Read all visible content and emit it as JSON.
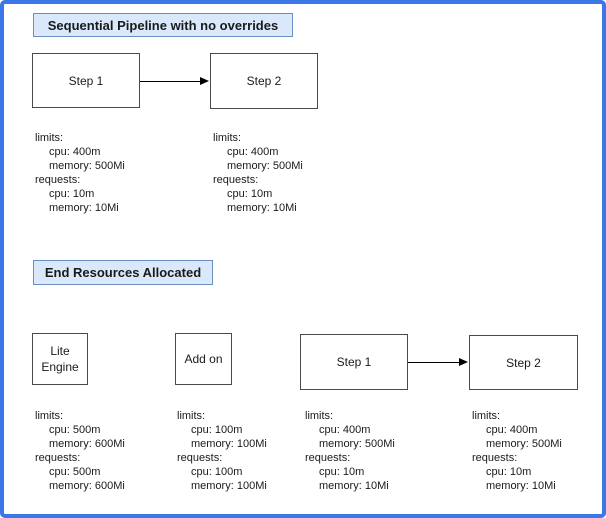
{
  "colors": {
    "frame_border": "#3b77e6",
    "title_fill": "#dae8fc",
    "title_border": "#6c8ebf",
    "node_fill": "#ffffff",
    "node_border": "#4a4a4a",
    "arrow": "#000000",
    "text": "#1a1a1a"
  },
  "section1": {
    "title": "Sequential Pipeline with no overrides",
    "node1": "Step 1",
    "node2": "Step 2",
    "res1": {
      "lines": [
        "limits:",
        "cpu: 400m",
        "memory: 500Mi",
        "requests:",
        "cpu: 10m",
        "memory: 10Mi"
      ]
    },
    "res2": {
      "lines": [
        "limits:",
        "cpu: 400m",
        "memory: 500Mi",
        "requests:",
        "cpu: 10m",
        "memory: 10Mi"
      ]
    }
  },
  "section2": {
    "title": "End Resources Allocated",
    "node1": "Lite Engine",
    "node2": "Add on",
    "node3": "Step 1",
    "node4": "Step 2",
    "res1": {
      "lines": [
        "limits:",
        "cpu: 500m",
        "memory: 600Mi",
        "requests:",
        "cpu: 500m",
        "memory: 600Mi"
      ]
    },
    "res2": {
      "lines": [
        "limits:",
        "cpu: 100m",
        "memory: 100Mi",
        "requests:",
        "cpu: 100m",
        "memory: 100Mi"
      ]
    },
    "res3": {
      "lines": [
        "limits:",
        "cpu: 400m",
        "memory: 500Mi",
        "requests:",
        "cpu: 10m",
        "memory: 10Mi"
      ]
    },
    "res4": {
      "lines": [
        "limits:",
        "cpu: 400m",
        "memory: 500Mi",
        "requests:",
        "cpu: 10m",
        "memory: 10Mi"
      ]
    }
  }
}
